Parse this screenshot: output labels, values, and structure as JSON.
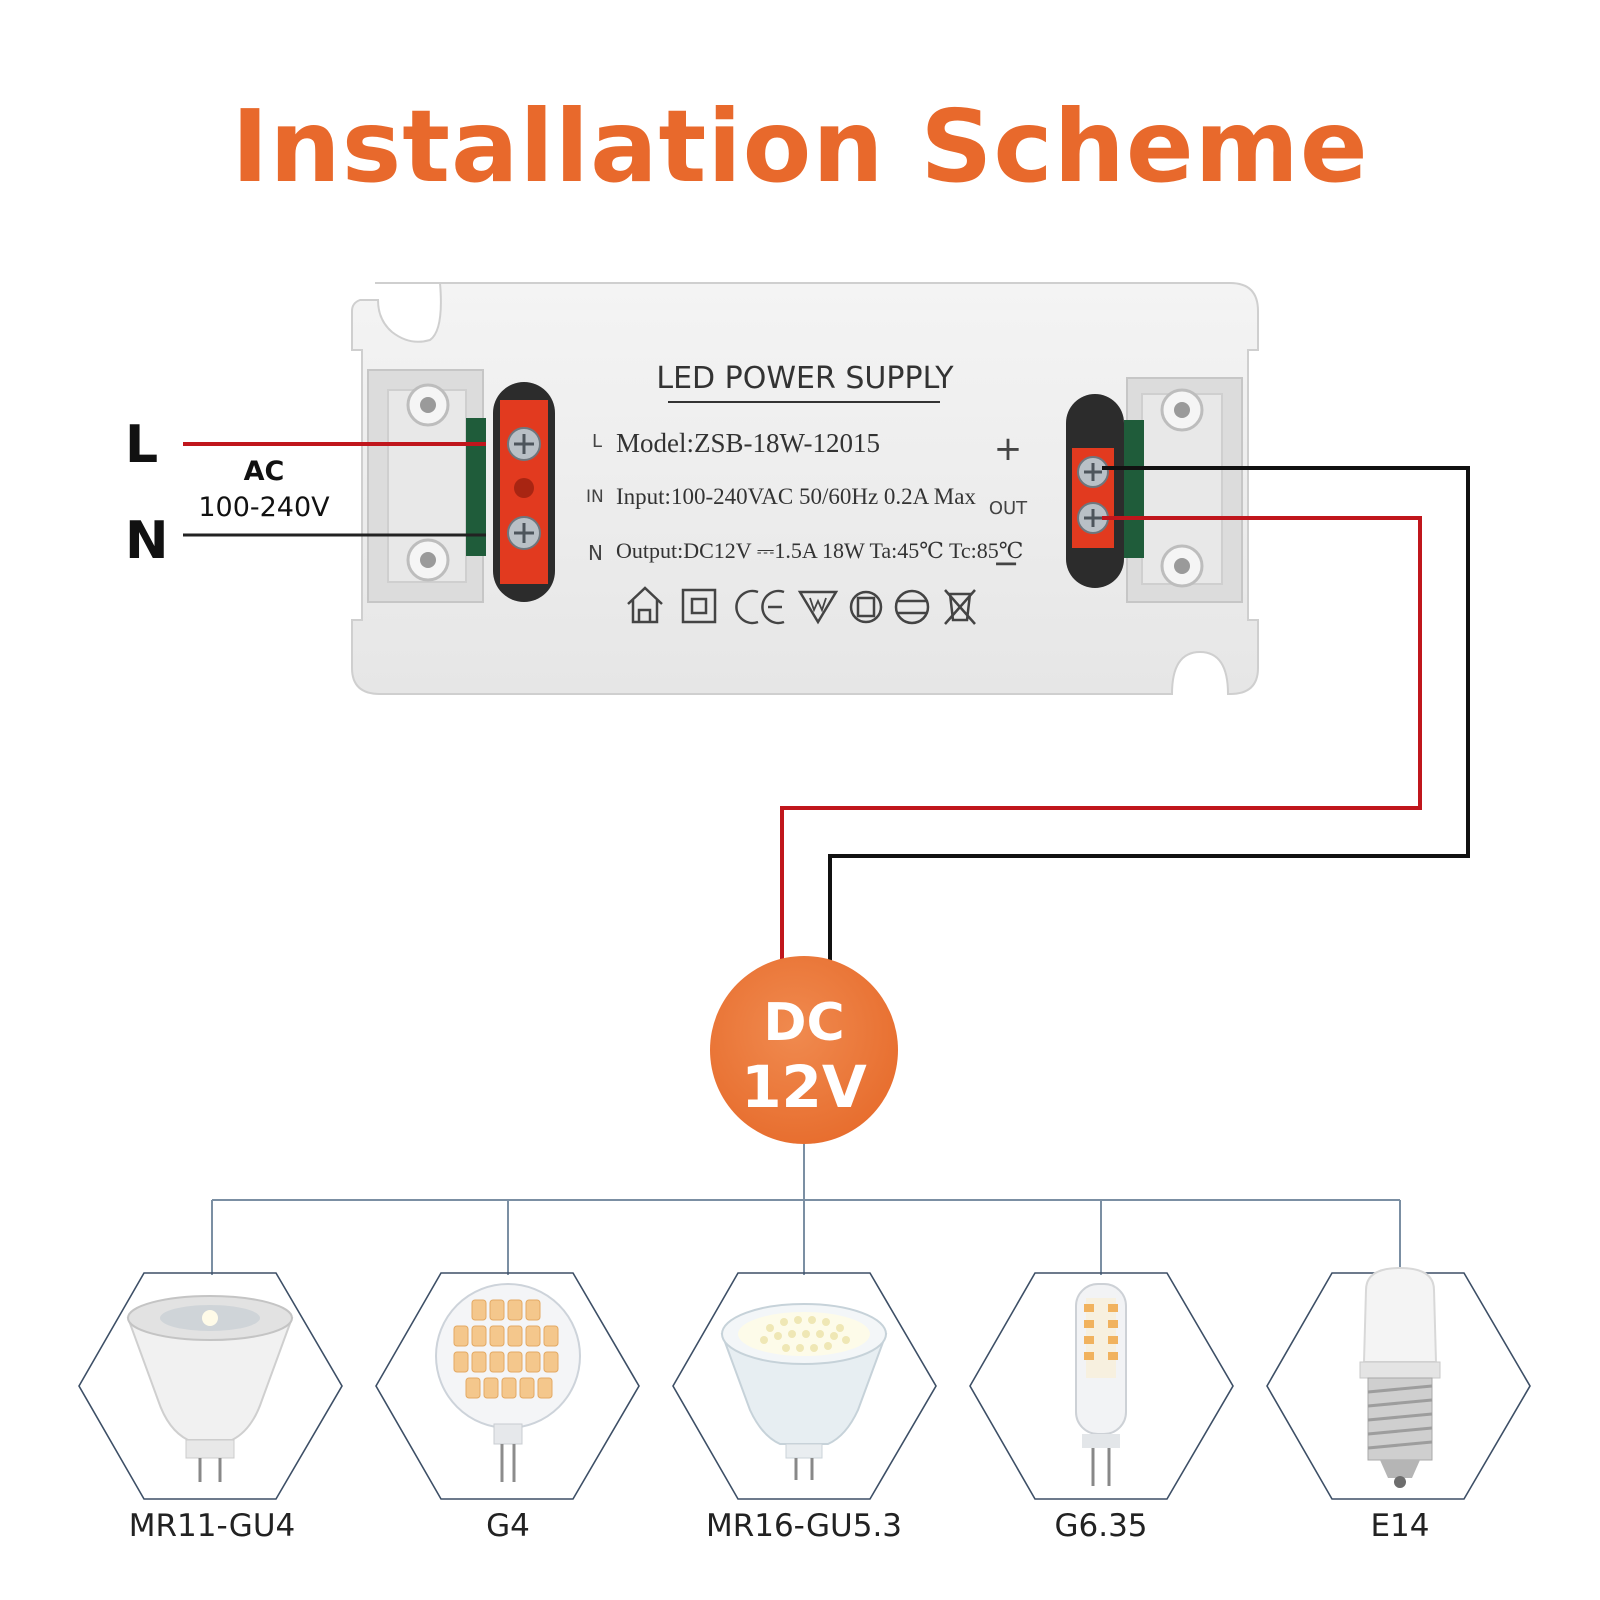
{
  "title": "Installation Scheme",
  "colors": {
    "accent": "#e8692c",
    "wire_red": "#c0161c",
    "wire_black": "#111111",
    "terminal": "#e23a1f",
    "connector": "#7b8fa3"
  },
  "input": {
    "L": "L",
    "N": "N",
    "ac": "AC",
    "voltage": "100-240V"
  },
  "device": {
    "heading": "LED POWER SUPPLY",
    "side_L": "L",
    "side_IN": "IN",
    "side_N": "N",
    "model": "Model:ZSB-18W-12015",
    "input_spec": "Input:100-240VAC 50/60Hz 0.2A Max",
    "output_spec": "Output:DC12V ⎓1.5A 18W  Ta:45℃  Tc:85℃",
    "plus": "+",
    "out": "OUT",
    "minus": "−",
    "cert_icons": [
      "house-icon",
      "double-insulation-icon",
      "ce-mark-icon",
      "mm-mark-icon",
      "transformer-icon",
      "safety-transformer-icon",
      "weee-bin-icon"
    ]
  },
  "hub": {
    "line1": "DC",
    "line2": "12V"
  },
  "bulbs": [
    {
      "label": "MR11-GU4",
      "icon": "mr11-bulb-icon"
    },
    {
      "label": "G4",
      "icon": "g4-led-disc-icon"
    },
    {
      "label": "MR16-GU5.3",
      "icon": "mr16-bulb-icon"
    },
    {
      "label": "G6.35",
      "icon": "g635-capsule-icon"
    },
    {
      "label": "E14",
      "icon": "e14-bulb-icon"
    }
  ]
}
